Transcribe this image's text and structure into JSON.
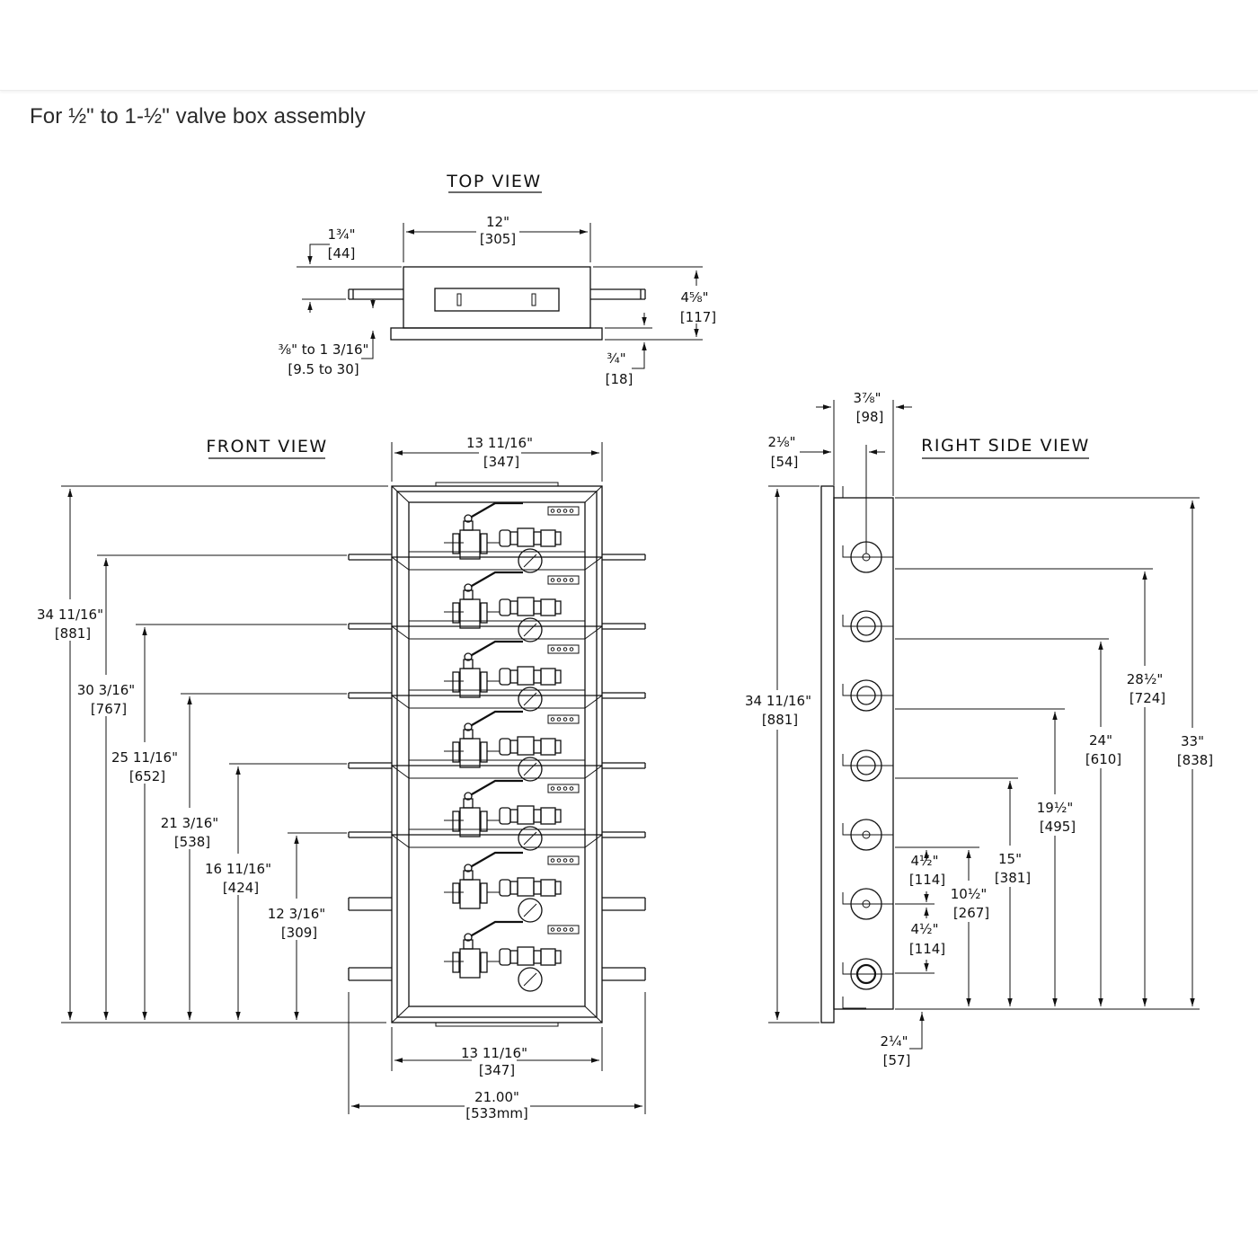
{
  "heading": "For ½\" to 1-½\" valve box assembly",
  "views": {
    "top": "TOP VIEW",
    "front": "FRONT VIEW",
    "right": "RIGHT SIDE VIEW"
  },
  "top_dims": {
    "width_in": "12\"",
    "width_mm": "[305]",
    "offset_in": "1¾\"",
    "offset_mm": "[44]",
    "depth_in": "4⅝\"",
    "depth_mm": "[117]",
    "range_in": "⅜\" to 1 3/16\"",
    "range_mm": "[9.5 to 30]",
    "flange_in": "¾\"",
    "flange_mm": "[18]"
  },
  "front_dims": {
    "top_width_in": "13 11/16\"",
    "top_width_mm": "[347]",
    "bottom_width_in": "13 11/16\"",
    "bottom_width_mm": "[347]",
    "overall_width_in": "21.00\"",
    "overall_width_mm": "[533mm]",
    "heights": [
      {
        "in": "34 11/16\"",
        "mm": "[881]"
      },
      {
        "in": "30 3/16\"",
        "mm": "[767]"
      },
      {
        "in": "25 11/16\"",
        "mm": "[652]"
      },
      {
        "in": "21 3/16\"",
        "mm": "[538]"
      },
      {
        "in": "16 11/16\"",
        "mm": "[424]"
      },
      {
        "in": "12 3/16\"",
        "mm": "[309]"
      }
    ]
  },
  "side_dims": {
    "depth_in": "3⅞\"",
    "depth_mm": "[98]",
    "pipe_offset_in": "2⅛\"",
    "pipe_offset_mm": "[54]",
    "height_in": "34 11/16\"",
    "height_mm": "[881]",
    "bottom_in": "2¼\"",
    "bottom_mm": "[57]",
    "spacing1_in": "4½\"",
    "spacing1_mm": "[114]",
    "spacing2_in": "4½\"",
    "spacing2_mm": "[114]",
    "h1_in": "10½\"",
    "h1_mm": "[267]",
    "h2_in": "15\"",
    "h2_mm": "[381]",
    "h3_in": "19½\"",
    "h3_mm": "[495]",
    "h4_in": "24\"",
    "h4_mm": "[610]",
    "h5_in": "28½\"",
    "h5_mm": "[724]",
    "h6_in": "33\"",
    "h6_mm": "[838]"
  }
}
